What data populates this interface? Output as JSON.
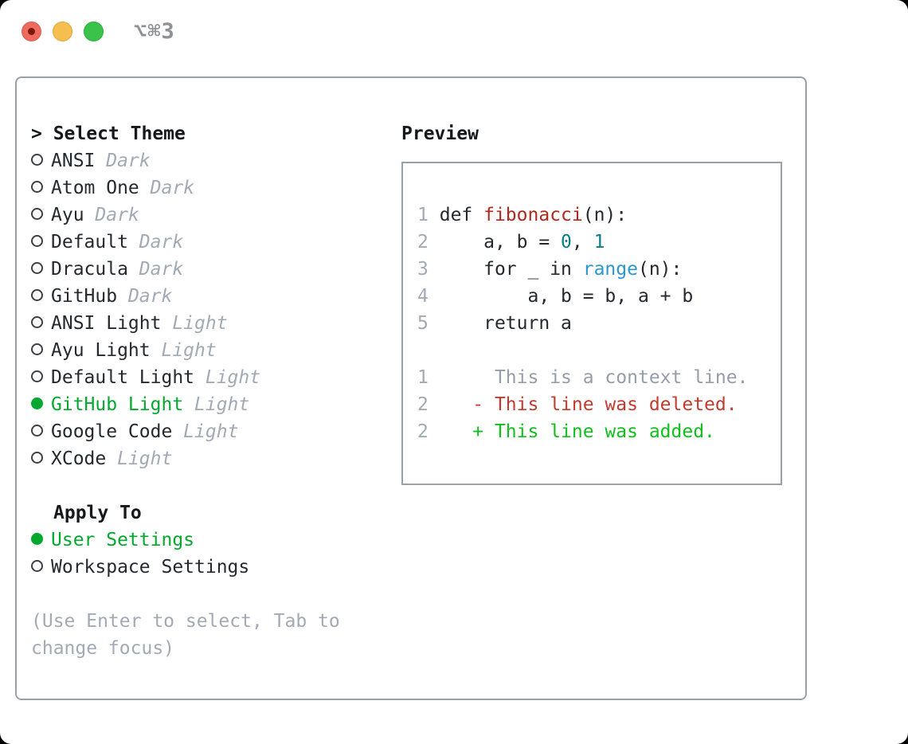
{
  "titlebar": {
    "title": "⌥⌘3"
  },
  "panel": {
    "theme_menu": {
      "prompt": "> ",
      "header": "Select Theme",
      "items": [
        {
          "name": "ANSI",
          "variant": "Dark",
          "selected": false
        },
        {
          "name": "Atom One",
          "variant": "Dark",
          "selected": false
        },
        {
          "name": "Ayu",
          "variant": "Dark",
          "selected": false
        },
        {
          "name": "Default",
          "variant": "Dark",
          "selected": false
        },
        {
          "name": "Dracula",
          "variant": "Dark",
          "selected": false
        },
        {
          "name": "GitHub",
          "variant": "Dark",
          "selected": false
        },
        {
          "name": "ANSI Light",
          "variant": "Light",
          "selected": false
        },
        {
          "name": "Ayu Light",
          "variant": "Light",
          "selected": false
        },
        {
          "name": "Default Light",
          "variant": "Light",
          "selected": false
        },
        {
          "name": "GitHub Light",
          "variant": "Light",
          "selected": true
        },
        {
          "name": "Google Code",
          "variant": "Light",
          "selected": false
        },
        {
          "name": "XCode",
          "variant": "Light",
          "selected": false
        }
      ]
    },
    "apply_to": {
      "header": "Apply To",
      "items": [
        {
          "label": "User Settings",
          "selected": true
        },
        {
          "label": "Workspace Settings",
          "selected": false
        }
      ]
    },
    "hint": {
      "line1": "(Use Enter to select, Tab to",
      "line2": "change focus)"
    },
    "preview": {
      "header": "Preview",
      "code_lines": [
        {
          "no": "1",
          "tokens": [
            {
              "text": "def ",
              "color": "ink"
            },
            {
              "text": "fibonacci",
              "color": "func"
            },
            {
              "text": "(n):",
              "color": "ink"
            }
          ]
        },
        {
          "no": "2",
          "tokens": [
            {
              "text": "    a, b = ",
              "color": "ink"
            },
            {
              "text": "0",
              "color": "num"
            },
            {
              "text": ", ",
              "color": "ink"
            },
            {
              "text": "1",
              "color": "num"
            }
          ]
        },
        {
          "no": "3",
          "tokens": [
            {
              "text": "    for _ in ",
              "color": "ink"
            },
            {
              "text": "range",
              "color": "builtin"
            },
            {
              "text": "(n):",
              "color": "ink"
            }
          ]
        },
        {
          "no": "4",
          "tokens": [
            {
              "text": "        a, b = b, a + b",
              "color": "ink"
            }
          ]
        },
        {
          "no": "5",
          "tokens": [
            {
              "text": "    return a",
              "color": "ink"
            }
          ]
        }
      ],
      "diff_lines": [
        {
          "no": "1",
          "marker": " ",
          "text": "This is a context line.",
          "kind": "context"
        },
        {
          "no": "2",
          "marker": "-",
          "text": "This line was deleted.",
          "kind": "deleted"
        },
        {
          "no": "2",
          "marker": "+",
          "text": "This line was added.",
          "kind": "added"
        }
      ]
    }
  },
  "colors": {
    "ink": "#24292f",
    "muted": "#a2aab5",
    "context": "#959da8",
    "border": "#98a1ab",
    "selected": "#04a82f",
    "added": "#10bf1c",
    "deleted": "#c23b2e",
    "function": "#b1281d",
    "number": "#0b7d85",
    "builtin": "#2b97d2",
    "title": "#8e9095",
    "traffic_red": "#ee6a5f",
    "traffic_yellow": "#f5be4e",
    "traffic_green": "#3bc24a"
  }
}
